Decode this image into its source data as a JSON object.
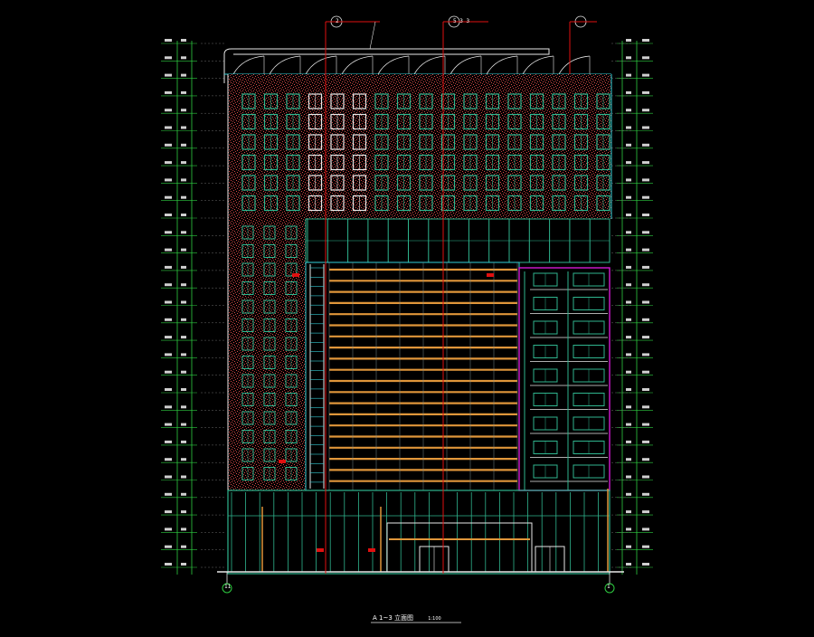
{
  "drawing": {
    "title_prefix": "A",
    "title_text": "1~3 立面图",
    "title_scale": "1:100",
    "grid_left": "11",
    "grid_right": "1",
    "callouts": [
      "2",
      "5 3 3",
      ""
    ],
    "callout_notes": [
      "",
      "",
      ""
    ]
  },
  "colors": {
    "background": "#000000",
    "facade": "#d84a4a",
    "window": "#2fb58e",
    "orange": "#e0963a",
    "magenta": "#d21ad2",
    "cyan": "#35d0d8",
    "white": "#e8e8e8",
    "level_green": "#2ecc40",
    "red": "#e01010"
  }
}
